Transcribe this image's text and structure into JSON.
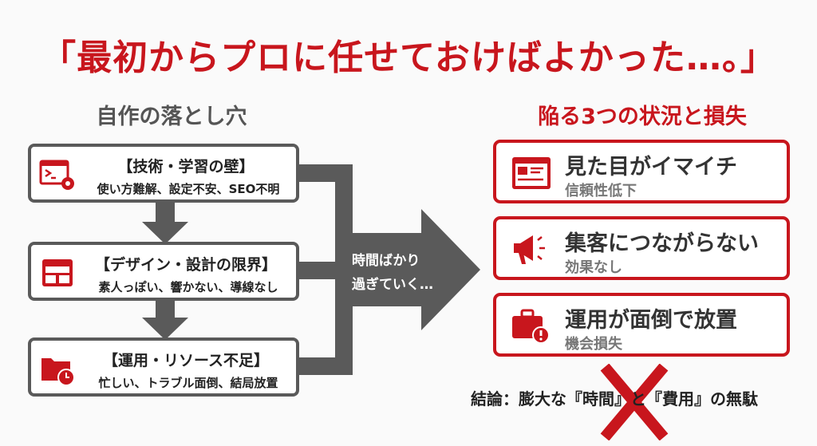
{
  "title": "「最初からプロに任せておけばよかった…。」",
  "left": {
    "heading": "自作の落とし穴",
    "boxes": [
      {
        "title": "【技術・学習の壁】",
        "desc": "使い方難解、設定不安、SEO不明",
        "icon": "terminal-gear-icon"
      },
      {
        "title": "【デザイン・設計の限界】",
        "desc": "素人っぽい、響かない、導線なし",
        "icon": "layout-window-icon"
      },
      {
        "title": "【運用・リソース不足】",
        "desc": "忙しい、トラブル面倒、結局放置",
        "icon": "folder-clock-icon"
      }
    ]
  },
  "arrow": {
    "line1": "時間ばかり",
    "line2": "過ぎていく…"
  },
  "right": {
    "heading": "陥る3つの状況と損失",
    "boxes": [
      {
        "title": "見た目がイマイチ",
        "desc": "信頼性低下",
        "icon": "webpage-icon"
      },
      {
        "title": "集客につながらない",
        "desc": "効果なし",
        "icon": "megaphone-icon"
      },
      {
        "title": "運用が面倒で放置",
        "desc": "機会損失",
        "icon": "briefcase-alert-icon"
      }
    ]
  },
  "conclusion": "結論：膨大な『時間』と『費用』の無駄",
  "colors": {
    "accent": "#c8161d",
    "gray": "#5a5a5a"
  }
}
